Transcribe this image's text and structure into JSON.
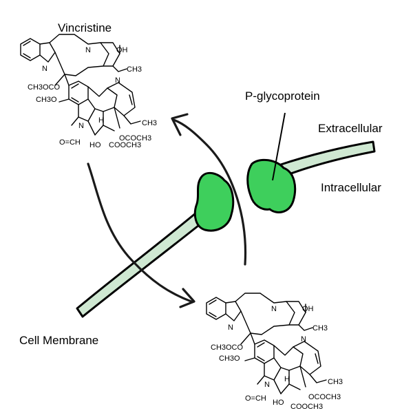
{
  "labels": {
    "vincristine": "Vincristine",
    "pgp": "P-glycoprotein",
    "extracellular": "Extracellular",
    "intracellular": "Intracellular",
    "membrane": "Cell Membrane"
  },
  "chem": {
    "N": "N",
    "NH": "N",
    "H": "H",
    "OH": "OH",
    "CH3": "CH3",
    "CH3OCO": "CH3OCO",
    "CH3O": "CH3O",
    "OCH": "O=CH",
    "HO": "HO",
    "COOCH3": "COOCH3",
    "OCOCH3": "OCOCH3"
  },
  "colors": {
    "membrane_fill": "#cfe8d2",
    "protein_fill": "#3ecf5c",
    "stroke": "#000000"
  }
}
